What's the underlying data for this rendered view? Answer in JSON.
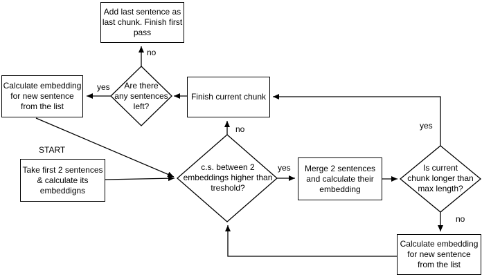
{
  "diagram": {
    "background_color": "#ffffff",
    "stroke_color": "#000000",
    "nodes": {
      "add_last_chunk": {
        "type": "process",
        "label": "Add last sentence as\nlast chunk. Finish first\npass"
      },
      "calc_embedding_left": {
        "type": "process",
        "label": "Calculate embedding\nfor new sentence\nfrom the list"
      },
      "sentences_left": {
        "type": "decision",
        "label": "Are there\nany sentences\nleft?"
      },
      "finish_chunk": {
        "type": "process",
        "label": "Finish current chunk"
      },
      "take_first_sentences": {
        "type": "process",
        "label": "Take first 2 sentences\n& calculate its\nembeddigns"
      },
      "cs_threshold": {
        "type": "decision",
        "label": "c.s. between 2\nembeddings higher than\ntreshold?"
      },
      "merge_sentences": {
        "type": "process",
        "label": "Merge 2 sentences\nand calculate their\nembedding"
      },
      "chunk_length": {
        "type": "decision",
        "label": "Is current\nchunk longer than\nmax length?"
      },
      "calc_embedding_right": {
        "type": "process",
        "label": "Calculate embedding\nfor new sentence\nfrom the list"
      }
    },
    "labels": {
      "start": "START",
      "yes_sentences_left": "yes",
      "no_sentences_left": "no",
      "no_cs_threshold": "no",
      "yes_cs_threshold": "yes",
      "yes_chunk_length": "yes",
      "no_chunk_length": "no"
    }
  }
}
